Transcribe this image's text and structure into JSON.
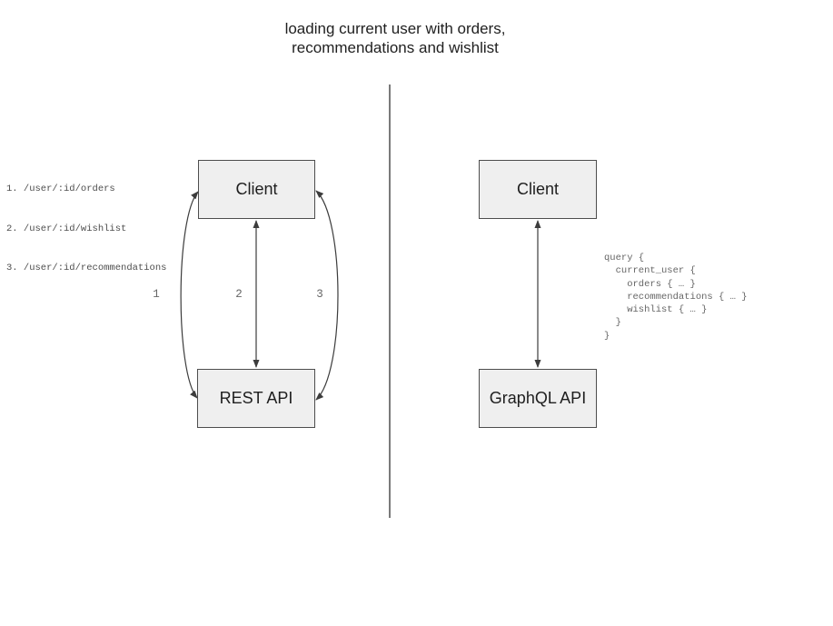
{
  "title": "loading current user with orders,\nrecommendations and wishlist",
  "left": {
    "endpoints": [
      "1. /user/:id/orders",
      "2. /user/:id/wishlist",
      "3. /user/:id/recommendations"
    ],
    "client_label": "Client",
    "api_label": "REST API",
    "arrow_labels": [
      "1",
      "2",
      "3"
    ]
  },
  "right": {
    "client_label": "Client",
    "api_label": "GraphQL API",
    "query": "query {\n  current_user {\n    orders { … }\n    recommendations { … }\n    wishlist { … }\n  }\n}"
  },
  "colors": {
    "box_fill": "#efefef",
    "box_border": "#4d4d4d",
    "box_text": "#1e1e1e",
    "arrow": "#3c3c3c",
    "mono_left": "#4d4d4d",
    "mono_right": "#666666",
    "label_gray": "#666666",
    "title_text": "#1f1f1f",
    "divider": "#7a7a7a"
  }
}
